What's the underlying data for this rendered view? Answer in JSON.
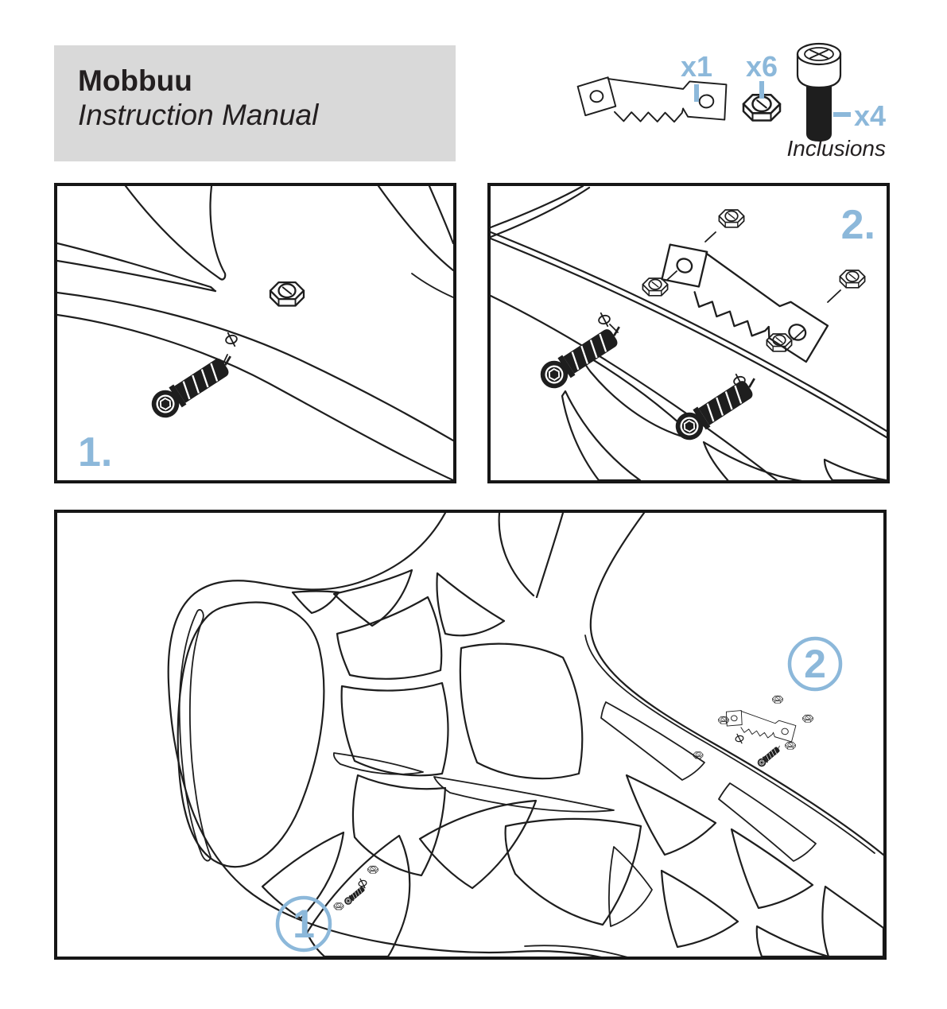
{
  "header": {
    "product": "Mobbuu",
    "subtitle": "Instruction Manual"
  },
  "inclusions": {
    "caption": "Inclusions",
    "items": [
      {
        "part": "sawtooth-hanger",
        "qty": "x1"
      },
      {
        "part": "hex-nut",
        "qty": "x6"
      },
      {
        "part": "socket-head-screw",
        "qty": "x4"
      }
    ]
  },
  "steps": [
    {
      "label": "1."
    },
    {
      "label": "2."
    }
  ],
  "overview": {
    "callouts": [
      {
        "number": "1"
      },
      {
        "number": "2"
      }
    ]
  },
  "colors": {
    "accent": "#8cb8da",
    "title_bg": "#d9d9d9",
    "line": "#1e1e1e"
  }
}
